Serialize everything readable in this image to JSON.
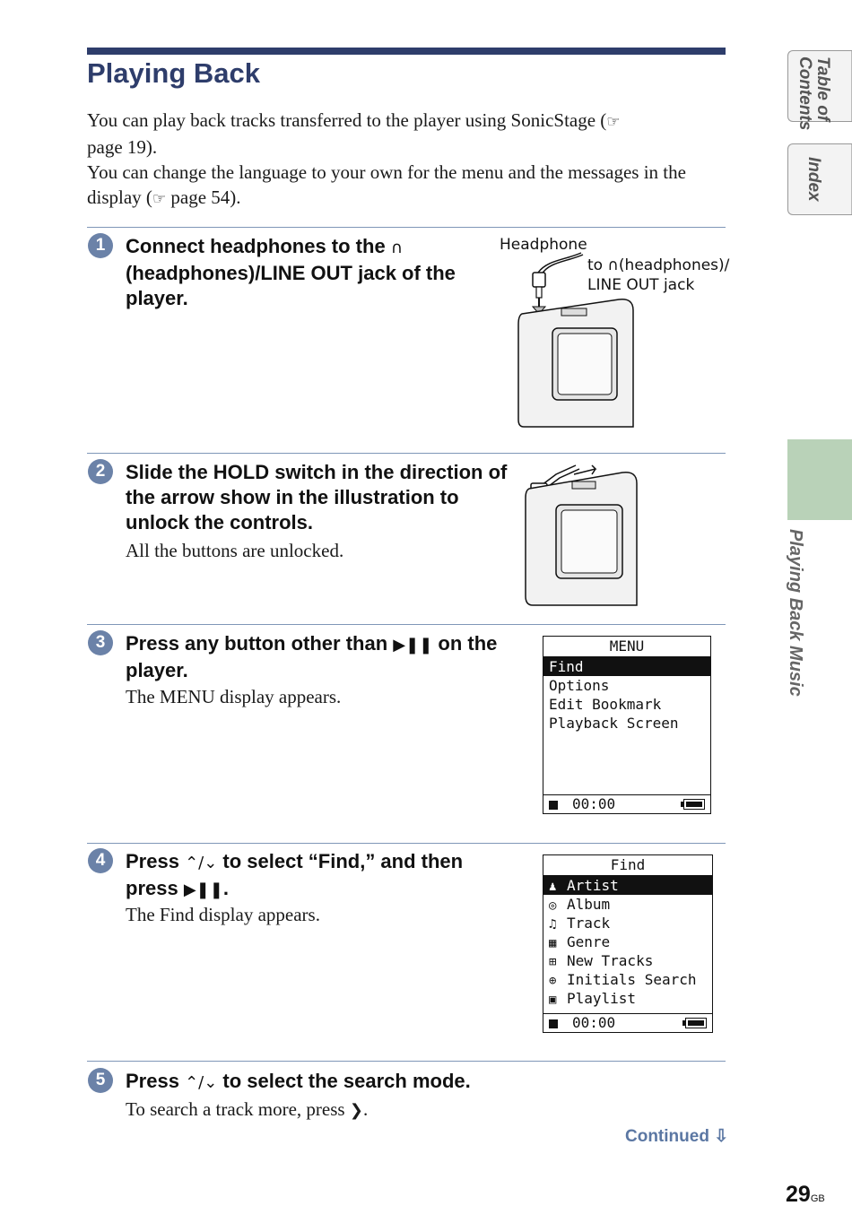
{
  "page": {
    "title": "Playing Back",
    "intro": [
      "You can play back tracks transferred to the player using SonicStage (",
      "page 19).",
      "You can change the language to your own for the menu and the messages in the display (",
      "page 54)."
    ],
    "ref_glyph": "☞"
  },
  "steps": [
    {
      "number": "1",
      "heading_a": "Connect headphones to the ",
      "heading_icon": "∩",
      "heading_b": " (headphones)/LINE OUT jack of the player.",
      "body": ""
    },
    {
      "number": "2",
      "heading": "Slide the HOLD switch in the direction of the arrow show in the illustration to unlock the controls.",
      "body": "All the buttons are unlocked."
    },
    {
      "number": "3",
      "heading_a": "Press any button other than ",
      "heading_icon": "▶❚❚",
      "heading_b": " on the player.",
      "body": "The MENU display appears."
    },
    {
      "number": "4",
      "heading_a": "Press ",
      "heading_icon": "⌃/⌄",
      "heading_b": " to select “Find,” and then press ",
      "heading_icon2": "▶❚❚",
      "heading_c": ".",
      "body": "The Find display appears."
    },
    {
      "number": "5",
      "heading_a": "Press ",
      "heading_icon": "⌃/⌄",
      "heading_b": " to select the search mode.",
      "body_a": "To search a track more, press ",
      "body_icon": "❯",
      "body_b": "."
    }
  ],
  "figure1": {
    "label_headphone": "Headphone",
    "label_jack_line1": "to ∩(headphones)/",
    "label_jack_line2": "LINE OUT jack"
  },
  "menu_screen": {
    "title": "MENU",
    "items": [
      "Find",
      "Options",
      "Edit Bookmark",
      "Playback Screen"
    ],
    "selected_index": 0,
    "time": "00:00"
  },
  "find_screen": {
    "title": "Find",
    "items": [
      {
        "icon": "artist-icon",
        "glyph": "♟",
        "label": "Artist"
      },
      {
        "icon": "album-icon",
        "glyph": "◎",
        "label": "Album"
      },
      {
        "icon": "track-icon",
        "glyph": "♫",
        "label": "Track"
      },
      {
        "icon": "genre-icon",
        "glyph": "▦",
        "label": "Genre"
      },
      {
        "icon": "new-tracks-icon",
        "glyph": "⊞",
        "label": "New Tracks"
      },
      {
        "icon": "initials-search-icon",
        "glyph": "⊕",
        "label": "Initials Search"
      },
      {
        "icon": "playlist-icon",
        "glyph": "▣",
        "label": "Playlist"
      }
    ],
    "selected_index": 0,
    "time": "00:00"
  },
  "footer": {
    "continued": "Continued",
    "continued_icon": "⇩",
    "page_number": "29",
    "page_suffix": "GB"
  },
  "side_tabs": {
    "toc_line1": "Table of",
    "toc_line2": "Contents",
    "index": "Index",
    "section": "Playing Back Music"
  }
}
